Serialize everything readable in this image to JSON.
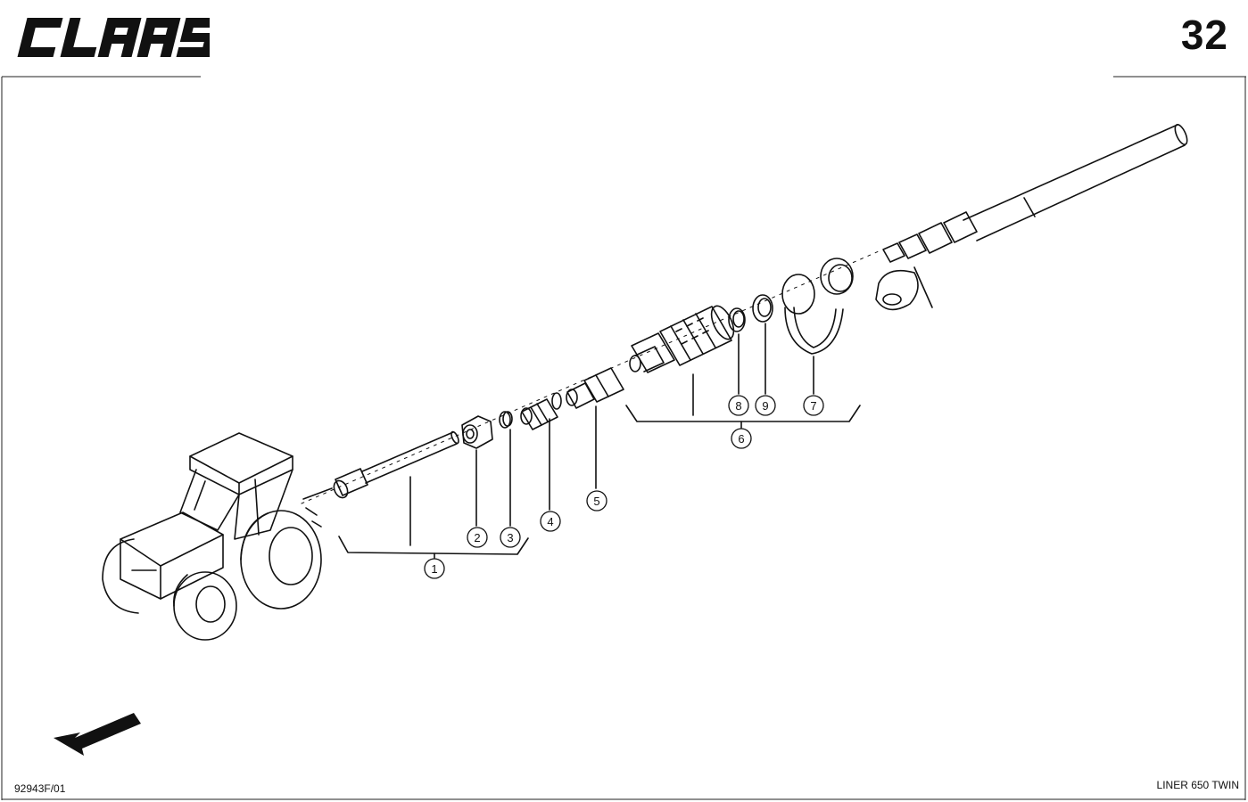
{
  "header": {
    "brand": "CLAAS",
    "page_number": "32"
  },
  "footer": {
    "drawing_code": "92943F/01",
    "model": "LINER 650 TWIN"
  },
  "callouts": [
    {
      "id": "1",
      "label": "1"
    },
    {
      "id": "2",
      "label": "2"
    },
    {
      "id": "3",
      "label": "3"
    },
    {
      "id": "4",
      "label": "4"
    },
    {
      "id": "5",
      "label": "5"
    },
    {
      "id": "6",
      "label": "6"
    },
    {
      "id": "7",
      "label": "7"
    },
    {
      "id": "8",
      "label": "8"
    },
    {
      "id": "9",
      "label": "9"
    }
  ],
  "icons": {
    "direction": "arrow-left-down-icon",
    "vehicle": "tractor-icon"
  }
}
